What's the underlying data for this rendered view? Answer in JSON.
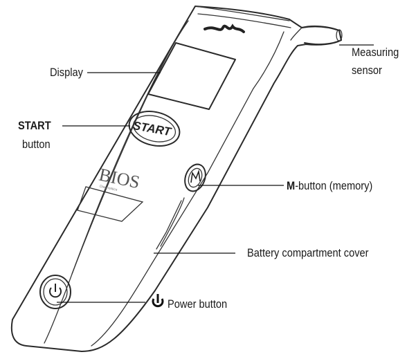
{
  "device": {
    "start_button_text": "START",
    "brand": "BIOS",
    "brand_sub": "Diagnostics"
  },
  "labels": {
    "measuring_sensor_line1": "Measuring",
    "measuring_sensor_line2": "sensor",
    "display": "Display",
    "start_bold": "START",
    "start_line2": "button",
    "m_button_bold": "M",
    "m_button_rest": "-button (memory)",
    "battery_cover": "Battery compartment cover",
    "power_button": "Power button"
  },
  "icons": {
    "power": "power-icon",
    "memory": "m-icon",
    "logo": "bios-logo-mark"
  },
  "colors": {
    "line": "#2a2a2a",
    "text": "#1a1a1a",
    "background": "#ffffff"
  }
}
